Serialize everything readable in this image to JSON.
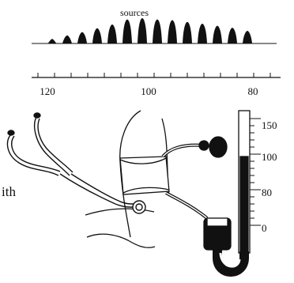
{
  "colors": {
    "ink": "#111111",
    "paper": "#ffffff"
  },
  "waveform": {
    "label": "sources",
    "scale_ticks": [
      "120",
      "100",
      "80"
    ],
    "pulse_heights": [
      0.18,
      0.32,
      0.45,
      0.6,
      0.75,
      0.95,
      1.0,
      0.95,
      0.92,
      0.85,
      0.78,
      0.7,
      0.62,
      0.5
    ]
  },
  "manometer": {
    "scale_labels": [
      "150",
      "100",
      "80",
      "0"
    ]
  },
  "side_text": "ith"
}
